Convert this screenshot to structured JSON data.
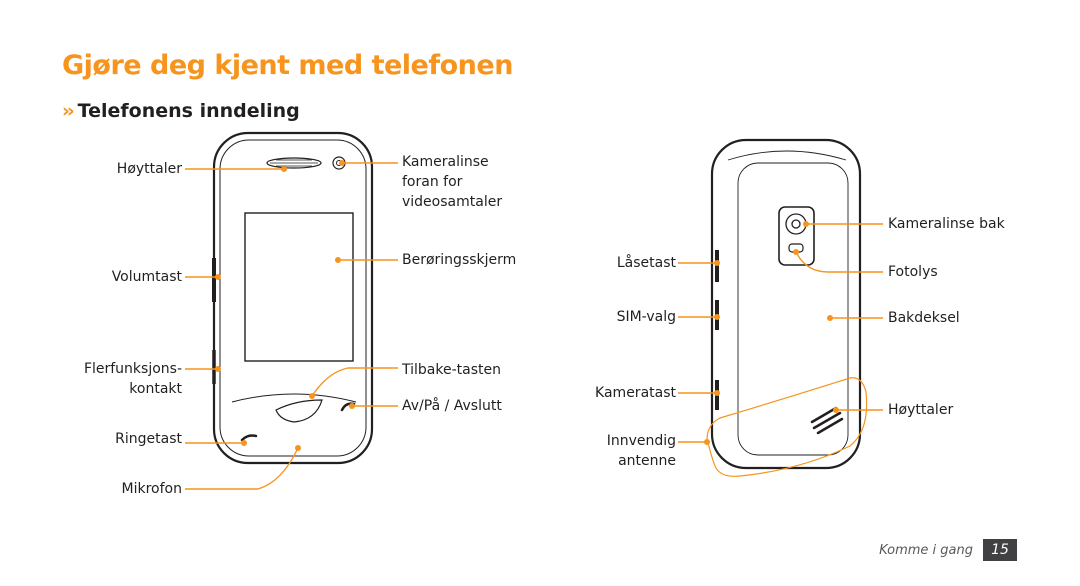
{
  "page": {
    "title": "Gjøre deg kjent med telefonen",
    "subtitle_chevron": "››",
    "subtitle": "Telefonens inndeling"
  },
  "front": {
    "labels": {
      "speaker": "Høyttaler",
      "volume": "Volumtast",
      "multifunction_line1": "Flerfunksjons-",
      "multifunction_line2": "kontakt",
      "dial": "Ringetast",
      "mic": "Mikrofon",
      "front_camera_line1": "Kameralinse",
      "front_camera_line2": "foran for",
      "front_camera_line3": "videosamtaler",
      "touchscreen": "Berøringsskjerm",
      "back_key": "Tilbake-tasten",
      "power_end": "Av/På / Avslutt"
    }
  },
  "back": {
    "labels": {
      "lock": "Låsetast",
      "sim": "SIM-valg",
      "camera_key": "Kameratast",
      "antenna_line1": "Innvendig",
      "antenna_line2": "antenne",
      "rear_camera": "Kameralinse bak",
      "flash": "Fotolys",
      "cover": "Bakdeksel",
      "speaker": "Høyttaler"
    }
  },
  "footer": {
    "section": "Komme i gang",
    "page_number": "15"
  },
  "colors": {
    "accent": "#f7941d",
    "text": "#231f20",
    "page_badge": "#414042"
  }
}
